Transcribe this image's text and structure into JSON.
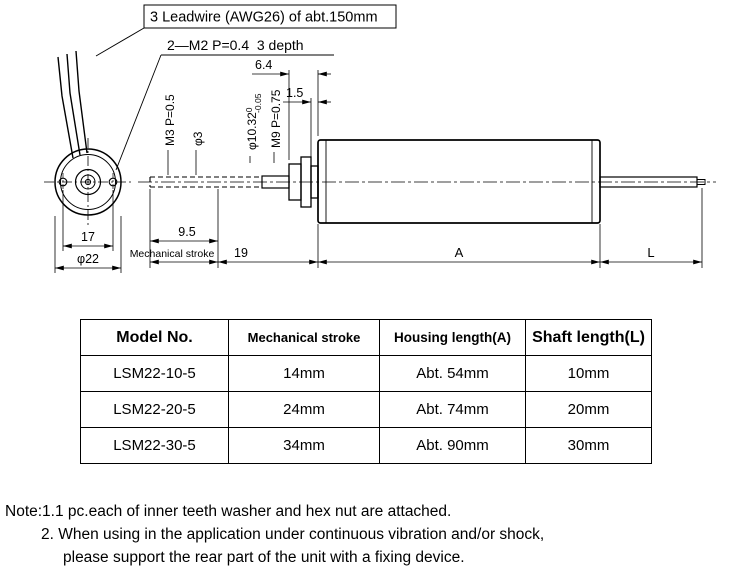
{
  "drawing": {
    "callouts": {
      "leadwire": "3 Leadwire (AWG26) of abt.150mm",
      "tap": "2—M2 P=0.4  3 depth"
    },
    "dims": {
      "d64": "6.4",
      "d15": "1.5",
      "m3": "M3 P=0.5",
      "phi3": "φ3",
      "phi1032": "φ10.32",
      "tol_upper": "0",
      "tol_lower": "-0.05",
      "m9": "M9 P=0.75",
      "d17": "17",
      "phi22": "φ22",
      "d95": "9.5",
      "mech_stroke": "Mechanical stroke",
      "d19": "19",
      "A": "A",
      "L": "L"
    }
  },
  "table": {
    "headers": [
      "Model No.",
      "Mechanical stroke",
      "Housing length(A)",
      "Shaft length(L)"
    ],
    "rows": [
      [
        "LSM22-10-5",
        "14mm",
        "Abt. 54mm",
        "10mm"
      ],
      [
        "LSM22-20-5",
        "24mm",
        "Abt. 74mm",
        "20mm"
      ],
      [
        "LSM22-30-5",
        "34mm",
        "Abt. 90mm",
        "30mm"
      ]
    ]
  },
  "notes": [
    "Note:1.1 pc.each of inner teeth washer and hex nut are attached.",
    "2. When using in the application under continuous vibration and/or shock,",
    "please support the rear part of the unit with a fixing device."
  ]
}
